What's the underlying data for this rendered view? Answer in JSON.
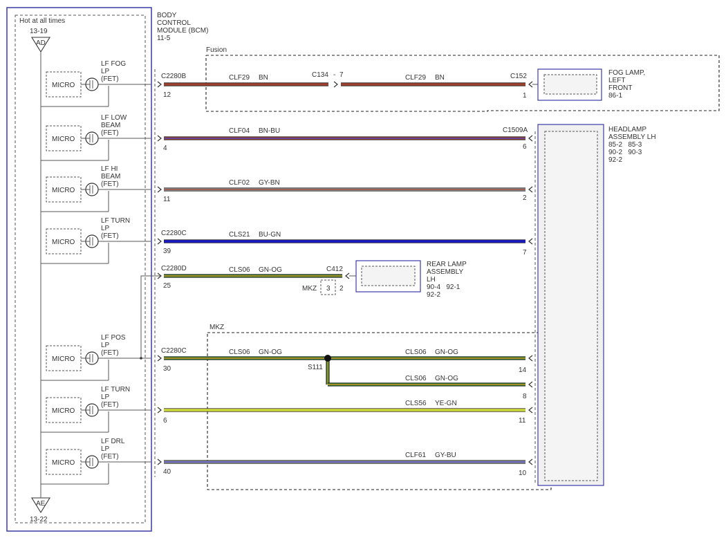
{
  "colors": {
    "BN": "#a0402e",
    "BN-BU": [
      "#a0402e",
      "#4a4ad0"
    ],
    "GY-BN": [
      "#9a9a9a",
      "#a0402e"
    ],
    "BU-GN": "#1a1ac8",
    "GN-OG": [
      "#2f7a1f",
      "#e89a3a"
    ],
    "YE-GN": [
      "#f4f43a",
      "#a8c840"
    ],
    "GY-BU": [
      "#9a9a9a",
      "#4a4ad0"
    ],
    "module_border": "#3a3aa8"
  },
  "bcm": {
    "hot_label": "Hot at all times",
    "ref_top": "13-19",
    "connector_top": "AD",
    "connector_bottom": "AE",
    "ref_bottom": "13-22",
    "title_lines": [
      "BODY",
      "CONTROL",
      "MODULE (BCM)",
      "11-5"
    ]
  },
  "regions": {
    "fusion": "Fusion",
    "mkz": "MKZ"
  },
  "drivers": [
    {
      "lines": [
        "LF FOG",
        "LP",
        "(FET)"
      ],
      "micro": "MICRO"
    },
    {
      "lines": [
        "LF LOW",
        "BEAM",
        "(FET)"
      ],
      "micro": "MICRO"
    },
    {
      "lines": [
        "LF HI",
        "BEAM",
        "(FET)"
      ],
      "micro": "MICRO"
    },
    {
      "lines": [
        "LF TURN",
        "LP",
        "(FET)"
      ],
      "micro": "MICRO"
    },
    {
      "lines": [
        "LF POS",
        "LP",
        "(FET)"
      ],
      "micro": "MICRO"
    },
    {
      "lines": [
        "LF TURN",
        "LP",
        "(FET)"
      ],
      "micro": "MICRO"
    },
    {
      "lines": [
        "LF DRL",
        "LP",
        "(FET)"
      ],
      "micro": "MICRO"
    }
  ],
  "bcm_connectors": {
    "c1": "C2280B",
    "c2": "C2280C",
    "c3": "C2280D",
    "c4": "C2280C"
  },
  "pins": {
    "fog": "12",
    "low": "4",
    "hi": "11",
    "turn": "39",
    "rear": "25",
    "pos": "30",
    "turn2": "6",
    "drl": "40"
  },
  "wires": {
    "fog_a": {
      "circuit": "CLF29",
      "color": "BN"
    },
    "fog_b": {
      "circuit": "CLF29",
      "color": "BN"
    },
    "low": {
      "circuit": "CLF04",
      "color": "BN-BU"
    },
    "hi": {
      "circuit": "CLF02",
      "color": "GY-BN"
    },
    "turn": {
      "circuit": "CLS21",
      "color": "BU-GN"
    },
    "rear": {
      "circuit": "CLS06",
      "color": "GN-OG"
    },
    "pos_a": {
      "circuit": "CLS06",
      "color": "GN-OG"
    },
    "pos_b": {
      "circuit": "CLS06",
      "color": "GN-OG"
    },
    "pos_c": {
      "circuit": "CLS06",
      "color": "GN-OG"
    },
    "turn2": {
      "circuit": "CLS56",
      "color": "YE-GN"
    },
    "drl": {
      "circuit": "CLF61",
      "color": "GY-BU"
    }
  },
  "inline": {
    "connector": "C134",
    "sep": "-",
    "pin": "7"
  },
  "splice": "S111",
  "fog_lamp": {
    "connector": "C152",
    "pin": "1",
    "title_lines": [
      "FOG LAMP,",
      "LEFT",
      "FRONT",
      "86-1"
    ]
  },
  "headlamp": {
    "connector": "C1509A",
    "pins": {
      "low": "6",
      "hi": "2",
      "turn": "7",
      "pos": "14",
      "pos2": "8",
      "turn2": "11",
      "drl": "10"
    },
    "title_lines": [
      "HEADLAMP",
      "ASSEMBLY LH",
      "85-2   85-3",
      "90-2   90-3",
      "92-2"
    ]
  },
  "rear_lamp": {
    "connector": "C412",
    "mkz_label": "MKZ",
    "mkz_pin": "3",
    "pin": "2",
    "title_lines": [
      "REAR LAMP",
      "ASSEMBLY",
      "LH",
      "90-4   92-1",
      "92-2"
    ]
  }
}
